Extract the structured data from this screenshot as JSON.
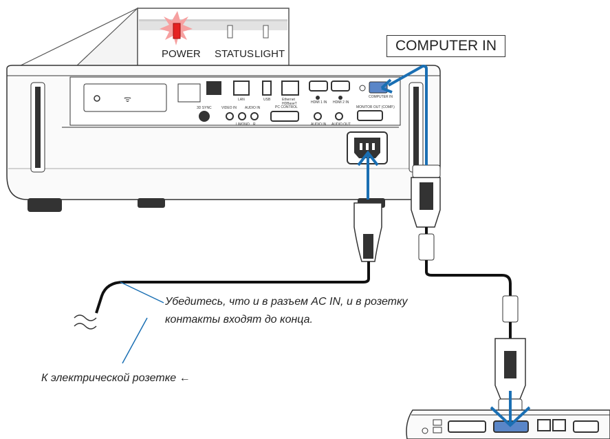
{
  "indicators": {
    "power": "POWER",
    "status": "STATUS",
    "light": "LIGHT"
  },
  "callout_computer_in": "COMPUTER IN",
  "note_ac_in_line1": "Убедитесь, что и в разъем AC IN, и в розетку",
  "note_ac_in_line2": "контакты входят до конца.",
  "note_outlet": "К электрической розетке ←",
  "port_labels": {
    "three_d_sync": "3D SYNC",
    "lan": "LAN",
    "usb": "USB",
    "ethernet": "Ethernet",
    "hdbaset": "HDBaseT",
    "hdmi1": "HDMI 1 IN",
    "hdmi2": "HDMI 2 IN",
    "computer_in_small": "COMPUTER IN",
    "video_in": "VIDEO IN",
    "audio_in_top": "AUDIO IN",
    "l_mono": "L/MONO",
    "r": "R",
    "pc_control": "PC CONTROL",
    "audio_in": "AUDIO IN",
    "audio_out": "AUDIO OUT",
    "monitor_out": "MONITOR OUT (COMP.)"
  },
  "colors": {
    "arrow": "#1a6fb3",
    "power_led": "#e52222",
    "cable": "#111111",
    "leader": "#1a6fb3"
  }
}
